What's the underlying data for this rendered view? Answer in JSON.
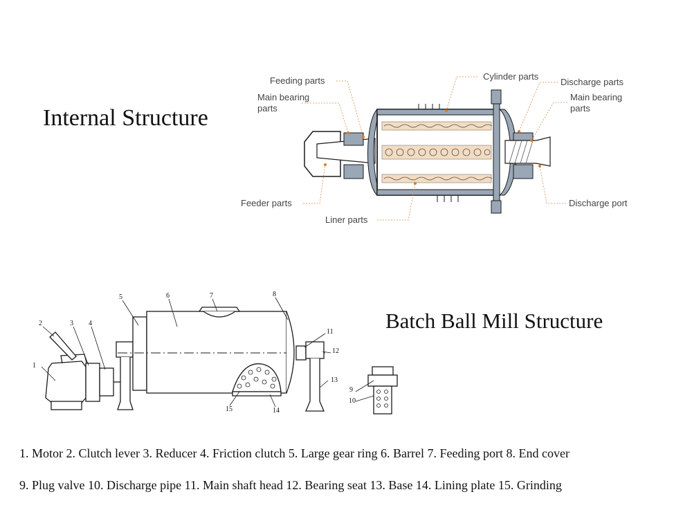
{
  "titles": {
    "internal": "Internal Structure",
    "batch": "Batch Ball Mill Structure"
  },
  "internal_labels": {
    "feeding_parts": "Feeding parts",
    "main_bearing_left_1": "Main bearing",
    "main_bearing_left_2": "parts",
    "cylinder_parts": "Cylinder parts",
    "discharge_parts": "Discharge parts",
    "main_bearing_right_1": "Main bearing",
    "main_bearing_right_2": "parts",
    "feeder_parts": "Feeder parts",
    "liner_parts": "Liner parts",
    "discharge_port": "Discharge port"
  },
  "callout_numbers": {
    "n1": "1",
    "n2": "2",
    "n3": "3",
    "n4": "4",
    "n5": "5",
    "n6": "6",
    "n7": "7",
    "n8": "8",
    "n9": "9",
    "n10": "10",
    "n11": "11",
    "n12": "12",
    "n13": "13",
    "n14": "14",
    "n15": "15"
  },
  "legend": {
    "line1": "1. Motor  2. Clutch lever  3. Reducer  4. Friction clutch   5. Large gear ring   6. Barrel  7. Feeding port  8. End cover",
    "line2": "9. Plug valve   10. Discharge pipe 11. Main shaft head  12. Bearing seat  13. Base  14. Lining plate  15. Grinding"
  },
  "colors": {
    "outline": "#1a1a1a",
    "steel": "#9aa7b6",
    "liner": "#f3dcc1",
    "leader": "#d98a4a",
    "dot": "#e07b1d"
  }
}
